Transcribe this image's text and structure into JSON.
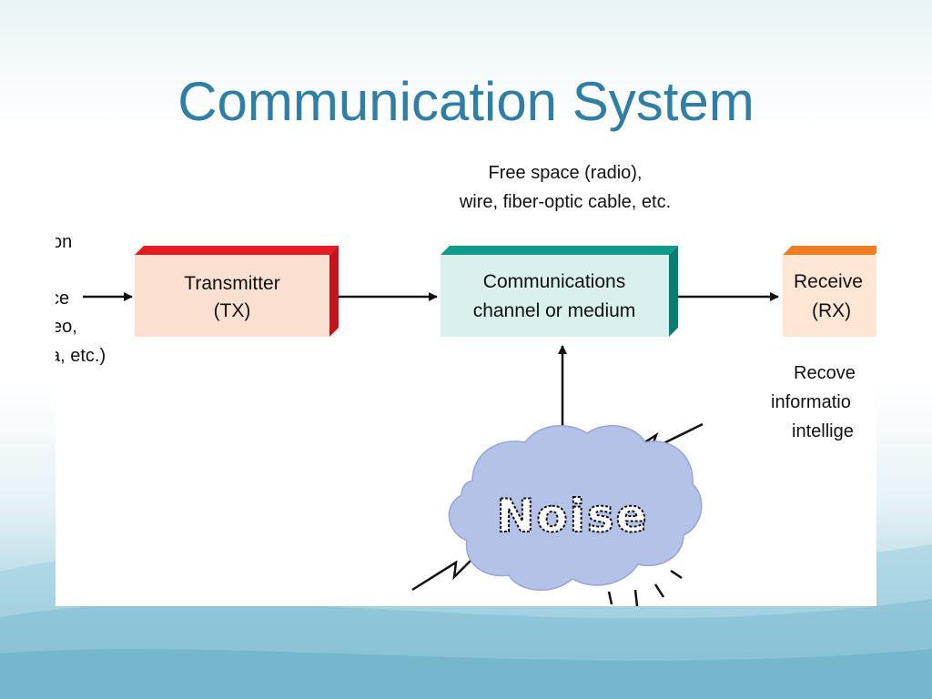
{
  "slide": {
    "title": "Communication System"
  },
  "diagram": {
    "channel_annotation": [
      "Free space (radio),",
      "wire, fiber-optic cable, etc."
    ],
    "source_text_partial": [
      "on",
      "ce",
      "eo,",
      "a, etc.)"
    ],
    "transmitter": {
      "line1": "Transmitter",
      "line2": "(TX)"
    },
    "channel": {
      "line1": "Communications",
      "line2": "channel or medium"
    },
    "receiver": {
      "line1": "Receive",
      "line2": "(RX)"
    },
    "receiver_output_partial": [
      "Recove",
      "informatio",
      "intellige"
    ],
    "noise_label": "Noise"
  },
  "colors": {
    "title": "#2e7ea6",
    "transmitter_fill": "#fbe0d2",
    "transmitter_edge": "#e31b23",
    "channel_fill": "#d9f0ee",
    "channel_edge": "#0e9b8a",
    "receiver_fill": "#fde6d4",
    "receiver_edge": "#ef7d22",
    "cloud_fill": "#b4c2e8"
  }
}
